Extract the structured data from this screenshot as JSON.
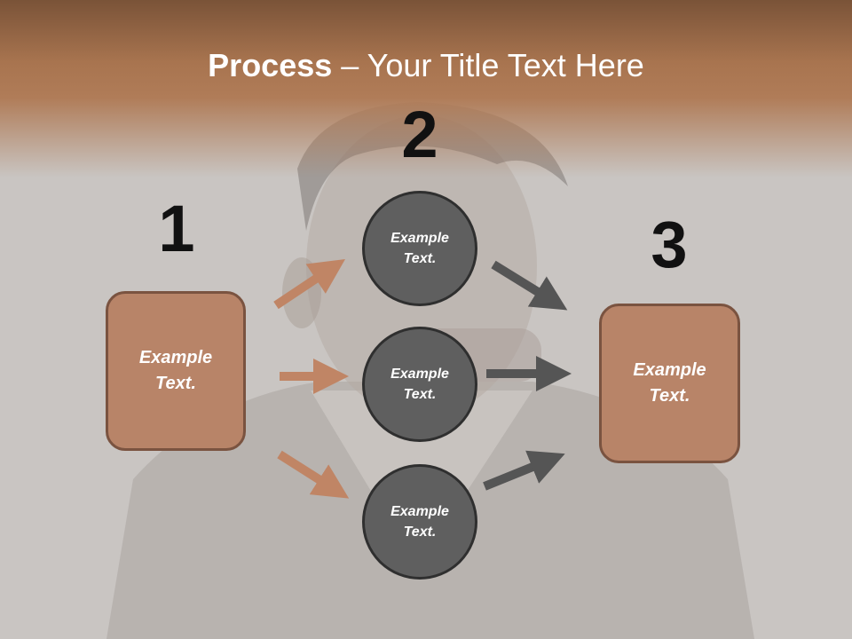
{
  "title": {
    "bold": "Process",
    "rest": " – Your Title Text Here"
  },
  "steps": {
    "one": "1",
    "two": "2",
    "three": "3"
  },
  "left_box": {
    "text": "Example\nText."
  },
  "circles": [
    {
      "text": "Example\nText."
    },
    {
      "text": "Example\nText."
    },
    {
      "text": "Example\nText."
    }
  ],
  "right_box": {
    "text": "Example\nText."
  },
  "colors": {
    "header_band": "#a8744f",
    "box_fill": "#b88468",
    "box_border": "#7a5340",
    "circle_fill": "#5f5f5f",
    "left_arrows": "#c08565",
    "right_arrows": "#555555"
  }
}
